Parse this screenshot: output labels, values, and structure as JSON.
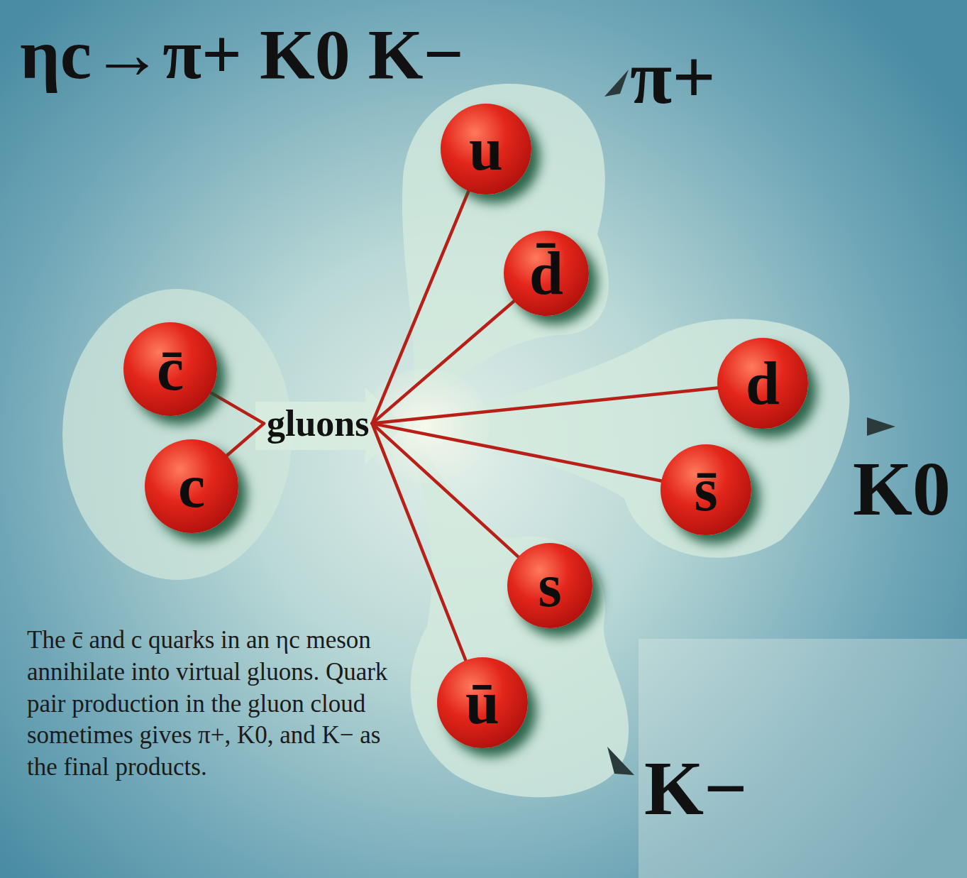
{
  "diagram": {
    "title": "ηc→π+ K0 K−",
    "caption": "The c̄ and c quarks in an ηc meson annihilate into virtual gluons. Quark pair production in the gluon cloud sometimes gives π+, K0, and K− as the final products.",
    "nodes": [
      {
        "text": [
          "c̄"
        ]
      },
      {
        "text": [
          "c"
        ]
      },
      {
        "text": [
          "gluons"
        ]
      },
      {
        "text": [
          "π+"
        ]
      },
      {
        "text": [
          "u"
        ],
        "in": 3
      },
      {
        "text": [
          "d̄"
        ],
        "in": 3
      },
      {
        "text": [
          "K0"
        ]
      },
      {
        "text": [
          "d"
        ],
        "in": 6
      },
      {
        "text": [
          "s̄"
        ],
        "in": 6
      },
      {
        "text": [
          "K−"
        ]
      },
      {
        "text": [
          "s"
        ],
        "in": 9
      },
      {
        "text": [
          "ū"
        ],
        "in": 9
      }
    ],
    "edges": [
      {
        "from": 0,
        "to": 2,
        "arrow": "none"
      },
      {
        "from": 1,
        "to": 2,
        "arrow": "none"
      },
      {
        "from": 2,
        "to": 4,
        "arrow": "none"
      },
      {
        "from": 2,
        "to": 5,
        "arrow": "none"
      },
      {
        "from": 2,
        "to": 7,
        "arrow": "none"
      },
      {
        "from": 2,
        "to": 8,
        "arrow": "none"
      },
      {
        "from": 2,
        "to": 10,
        "arrow": "none"
      },
      {
        "from": 2,
        "to": 11,
        "arrow": "none"
      }
    ]
  }
}
